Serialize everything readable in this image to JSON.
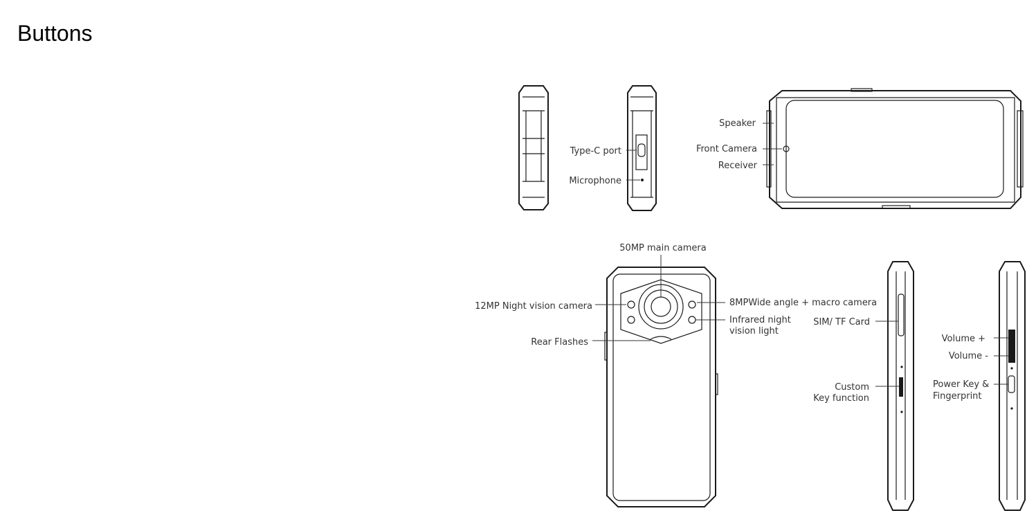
{
  "page": {
    "title": "Buttons"
  },
  "labels": {
    "speaker": "Speaker",
    "front_camera": "Front Camera",
    "receiver": "Receiver",
    "type_c_port": "Type-C port",
    "microphone": "Microphone",
    "main_camera": "50MP main camera",
    "night_camera": "12MP Night vision camera",
    "rear_flashes": "Rear Flashes",
    "wide_camera": "8MPWide angle + macro camera",
    "infrared_1": "Infrared night",
    "infrared_2": "vision light",
    "sim_card": "SIM/ TF Card",
    "custom_1": "Custom",
    "custom_2": "Key function",
    "volume_up": "Volume +",
    "volume_down": "Volume -",
    "power_1": "Power Key &",
    "power_2": "Fingerprint"
  }
}
